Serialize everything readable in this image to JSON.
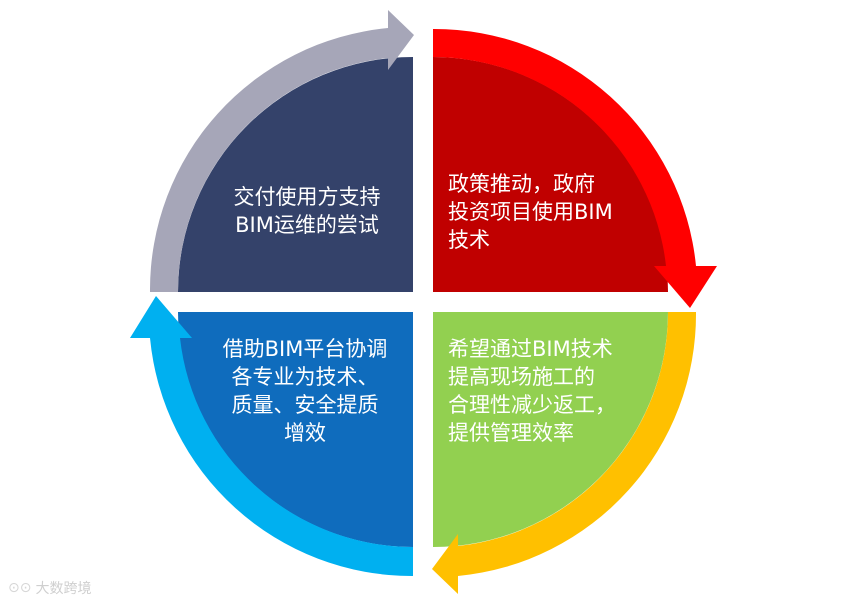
{
  "quadrants": {
    "top_left": {
      "lines": [
        "交付使用方支持",
        "BIM运维的尝试"
      ],
      "color": "#34426a",
      "arrow_color": "#a6a6b8"
    },
    "top_right": {
      "lines": [
        "政策推动，政府",
        "投资项目使用BIM",
        "技术"
      ],
      "color": "#c00000",
      "arrow_color": "#ff0000"
    },
    "bottom_left": {
      "lines": [
        "借助BIM平台协调",
        "各专业为技术、",
        "质量、安全提质",
        "增效"
      ],
      "color": "#0f6cbd",
      "arrow_color": "#00b0f0"
    },
    "bottom_right": {
      "lines": [
        "希望通过BIM技术",
        "提高现场施工的",
        "合理性减少返工，",
        "提供管理效率"
      ],
      "color": "#92d050",
      "arrow_color": "#ffc000"
    }
  },
  "watermark": {
    "logo_icon": "link-circles-icon",
    "text": "大数跨境"
  }
}
